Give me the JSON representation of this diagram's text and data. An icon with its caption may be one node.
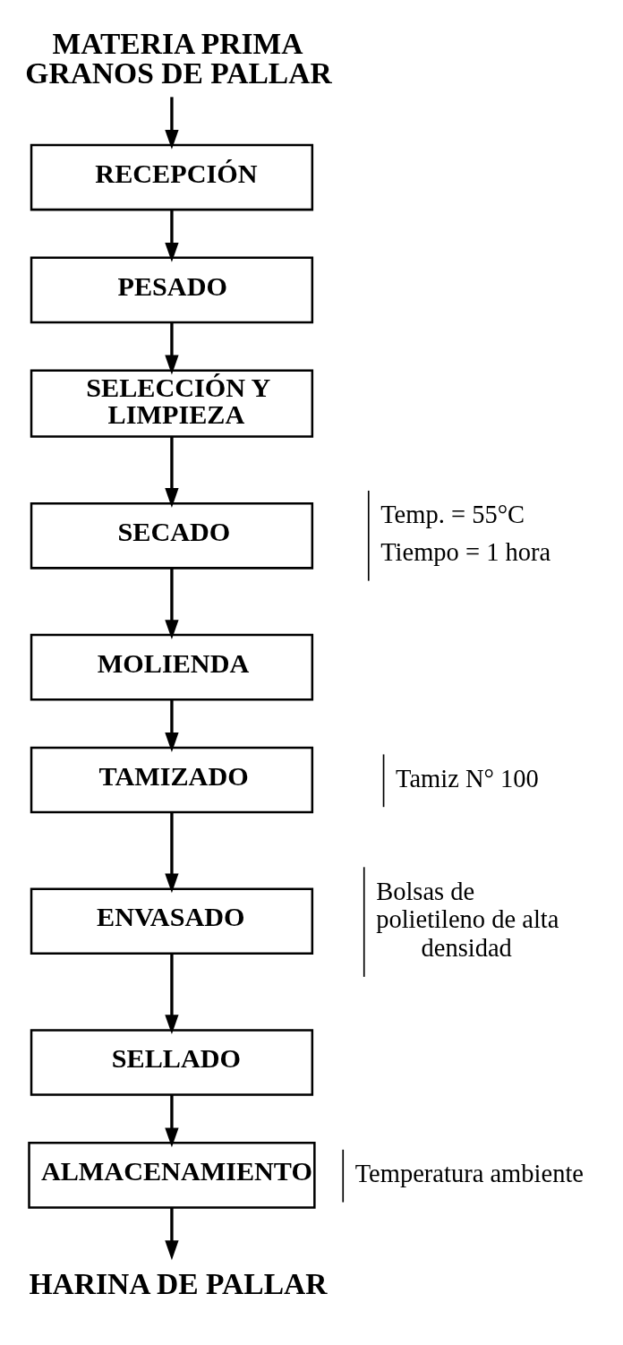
{
  "diagram": {
    "nodes": [
      {
        "text": [
          "MATERIA PRIMA GRANOS DE PALLAR"
        ]
      },
      {
        "text": [
          "RECEPCIÓN"
        ]
      },
      {
        "text": [
          "PESADO"
        ]
      },
      {
        "text": [
          "SELECCIÓN Y LIMPIEZA"
        ]
      },
      {
        "text": [
          "SECADO"
        ],
        "beside": [
          "Temp. = 55°C",
          "Tiempo = 1 hora"
        ]
      },
      {
        "text": [
          "MOLIENDA"
        ]
      },
      {
        "text": [
          "TAMIZADO"
        ],
        "beside": [
          "Tamiz N° 100"
        ]
      },
      {
        "text": [
          "ENVASADO"
        ],
        "beside": [
          "Bolsas de polietileno de alta densidad"
        ]
      },
      {
        "text": [
          "SELLADO"
        ]
      },
      {
        "text": [
          "ALMACENAMIENTO"
        ],
        "beside": [
          "Temperatura ambiente"
        ]
      },
      {
        "text": [
          "HARINA DE PALLAR"
        ]
      }
    ],
    "edges": [
      {
        "from": 0,
        "to": 1,
        "arrow": "to"
      },
      {
        "from": 1,
        "to": 2,
        "arrow": "to"
      },
      {
        "from": 2,
        "to": 3,
        "arrow": "to"
      },
      {
        "from": 3,
        "to": 4,
        "arrow": "to"
      },
      {
        "from": 4,
        "to": 5,
        "arrow": "to"
      },
      {
        "from": 5,
        "to": 6,
        "arrow": "to"
      },
      {
        "from": 6,
        "to": 7,
        "arrow": "to"
      },
      {
        "from": 7,
        "to": 8,
        "arrow": "to"
      },
      {
        "from": 8,
        "to": 9,
        "arrow": "to"
      },
      {
        "from": 9,
        "to": 10,
        "arrow": "to"
      }
    ]
  }
}
